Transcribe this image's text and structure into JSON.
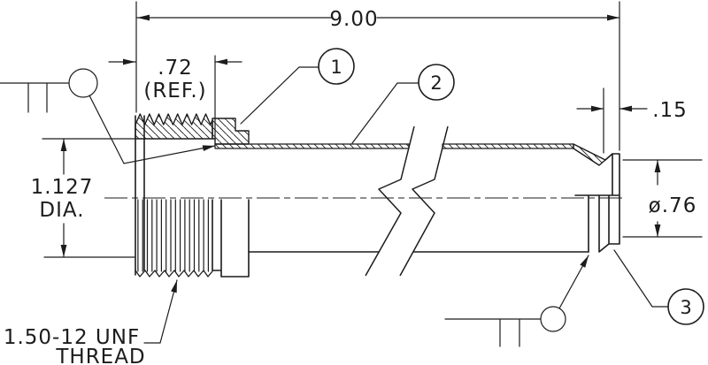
{
  "drawing": {
    "type_note": "engineering-section-drawing",
    "colors": {
      "line": "#1c1c1c",
      "background": "#ffffff"
    },
    "dimensions": {
      "overall_length": "9.00",
      "ref_length": ".72",
      "ref_note": "(REF.)",
      "end_protrusion": ".15",
      "left_diameter_value": "1.127",
      "left_diameter_label": "DIA.",
      "right_diameter": "ø.76"
    },
    "thread_callout": {
      "line1": "1.50-12 UNF",
      "line2": "THREAD"
    },
    "balloons": [
      "1",
      "2",
      "3"
    ]
  }
}
